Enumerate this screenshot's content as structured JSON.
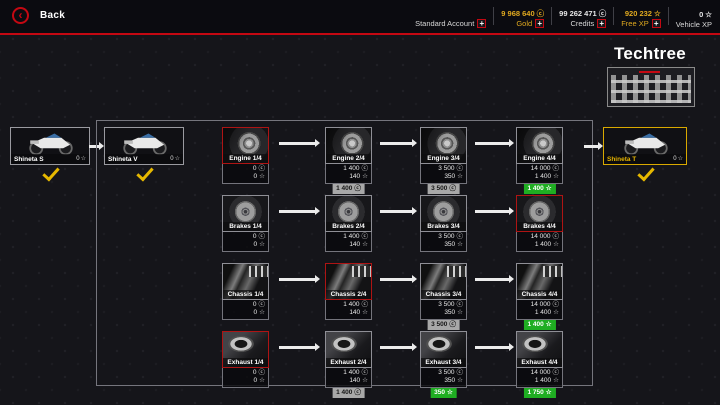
{
  "header": {
    "back_label": "Back",
    "account_label": "Standard Account",
    "plus_label": "+",
    "currencies": [
      {
        "value": "9 968 640",
        "label": "Gold"
      },
      {
        "value": "99 262 471",
        "label": "Credits"
      },
      {
        "value": "920 232",
        "label": "Free XP"
      },
      {
        "value": "0",
        "label": "Vehicle XP"
      }
    ]
  },
  "page": {
    "title": "Techtree"
  },
  "bikes": {
    "start": {
      "name": "Shineta S",
      "stars": "0"
    },
    "mid": {
      "name": "Shineta V",
      "stars": "0"
    },
    "end": {
      "name": "Shineta T",
      "stars": "0"
    }
  },
  "tree": {
    "rows": [
      {
        "name": "Engine",
        "nodes": [
          {
            "label": "Engine 1/4",
            "credits": "0",
            "xp": "0"
          },
          {
            "label": "Engine 2/4",
            "credits": "1 400",
            "xp": "140",
            "badge": {
              "text": "1 400",
              "icon": "credits",
              "style": "gray"
            }
          },
          {
            "label": "Engine 3/4",
            "credits": "3 500",
            "xp": "350",
            "badge": {
              "text": "3 500",
              "icon": "credits",
              "style": "gray"
            }
          },
          {
            "label": "Engine 4/4",
            "credits": "14 000",
            "xp": "1 400",
            "badge": {
              "text": "1 400",
              "icon": "xp",
              "style": "green"
            }
          }
        ]
      },
      {
        "name": "Brakes",
        "nodes": [
          {
            "label": "Brakes 1/4",
            "credits": "0",
            "xp": "0"
          },
          {
            "label": "Brakes 2/4",
            "credits": "1 400",
            "xp": "140"
          },
          {
            "label": "Brakes 3/4",
            "credits": "3 500",
            "xp": "350"
          },
          {
            "label": "Brakes 4/4",
            "credits": "14 000",
            "xp": "1 400"
          }
        ]
      },
      {
        "name": "Chassis",
        "nodes": [
          {
            "label": "Chassis 1/4",
            "credits": "0",
            "xp": "0"
          },
          {
            "label": "Chassis 2/4",
            "credits": "1 400",
            "xp": "140"
          },
          {
            "label": "Chassis 3/4",
            "credits": "3 500",
            "xp": "350",
            "badge": {
              "text": "3 500",
              "icon": "credits",
              "style": "gray"
            }
          },
          {
            "label": "Chassis 4/4",
            "credits": "14 000",
            "xp": "1 400",
            "badge": {
              "text": "1 400",
              "icon": "xp",
              "style": "green"
            }
          }
        ]
      },
      {
        "name": "Exhaust",
        "nodes": [
          {
            "label": "Exhaust 1/4",
            "credits": "0",
            "xp": "0"
          },
          {
            "label": "Exhaust 2/4",
            "credits": "1 400",
            "xp": "140",
            "badge": {
              "text": "1 400",
              "icon": "credits",
              "style": "gray"
            }
          },
          {
            "label": "Exhaust 3/4",
            "credits": "3 500",
            "xp": "350",
            "badge": {
              "text": "350",
              "icon": "xp",
              "style": "green"
            }
          },
          {
            "label": "Exhaust 4/4",
            "credits": "14 000",
            "xp": "1 400",
            "badge": {
              "text": "1 750",
              "icon": "xp",
              "style": "green"
            }
          }
        ]
      }
    ]
  },
  "colors": {
    "accent_red": "#c40812",
    "gold": "#e0a91f",
    "badge_green": "#1fae22",
    "badge_gray": "#a8a8a8",
    "selected_yellow": "#d9a900"
  }
}
